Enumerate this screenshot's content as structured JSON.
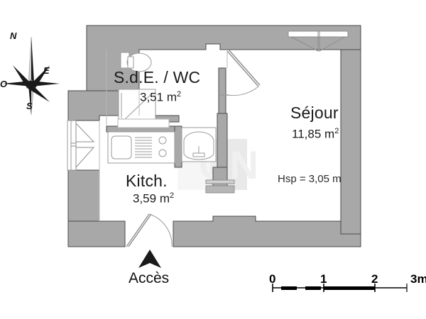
{
  "plan": {
    "type": "architectural-floor-plan",
    "rooms": [
      {
        "key": "sde_wc",
        "name": "S.d.E. / WC",
        "area": "3,51",
        "unit": "m",
        "exponent": "2"
      },
      {
        "key": "kitchen",
        "name": "Kitch.",
        "area": "3,59",
        "unit": "m",
        "exponent": "2"
      },
      {
        "key": "sejour",
        "name": "Séjour",
        "area": "11,85",
        "unit": "m",
        "exponent": "2"
      }
    ],
    "ceiling_height_note": "Hsp = 3,05 m",
    "access_label": "Accès",
    "watermark_text": "ON",
    "colors": {
      "wall_fill": "#a8a8a8",
      "wall_stroke": "#4a4a4a",
      "fixture_stroke": "#9a9a9a",
      "background": "#ffffff",
      "text": "#111111",
      "scalebar": "#000000"
    }
  },
  "compass": {
    "name": "compass-rose",
    "north": "N",
    "east": "E",
    "south": "S",
    "west": "O"
  },
  "scalebar": {
    "labels": [
      "0",
      "1",
      "2",
      "3m"
    ],
    "unit": "m",
    "segments": 3
  }
}
